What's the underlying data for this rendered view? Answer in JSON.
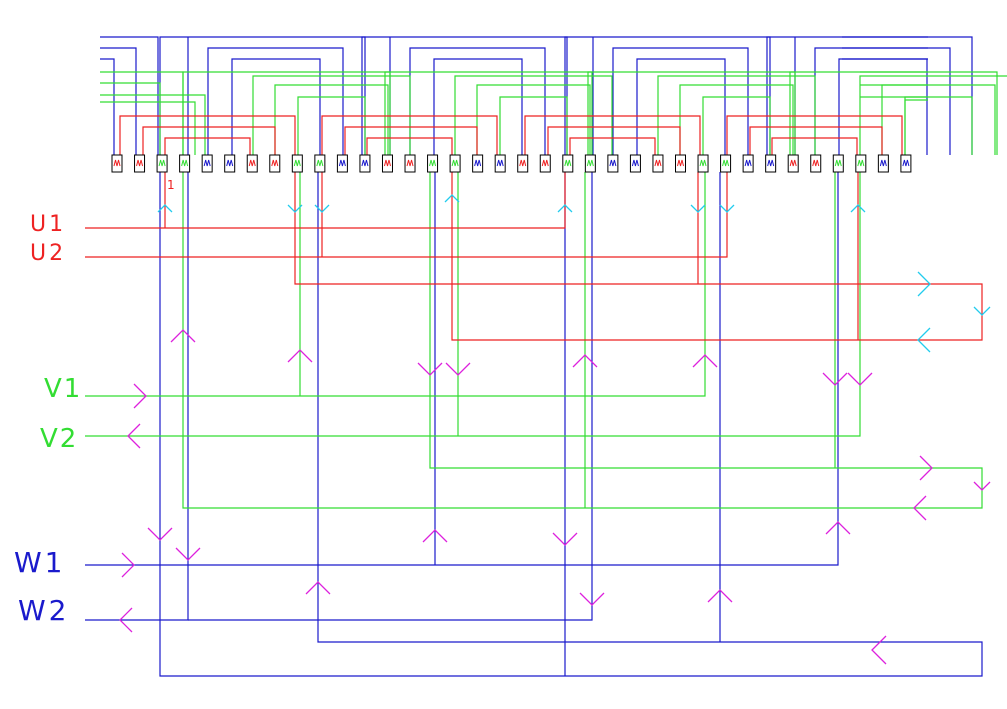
{
  "colors": {
    "u": "#ee2222",
    "v": "#33dd33",
    "w": "#1a1acc",
    "arrow_magenta": "#dd22dd",
    "arrow_cyan": "#22ccee",
    "slot": "#000000"
  },
  "labels": {
    "u1": "U1",
    "u2": "U2",
    "v1": "V1",
    "v2": "V2",
    "w1": "W1",
    "w2": "W2",
    "slot_one": "1"
  },
  "slot_count": 36
}
